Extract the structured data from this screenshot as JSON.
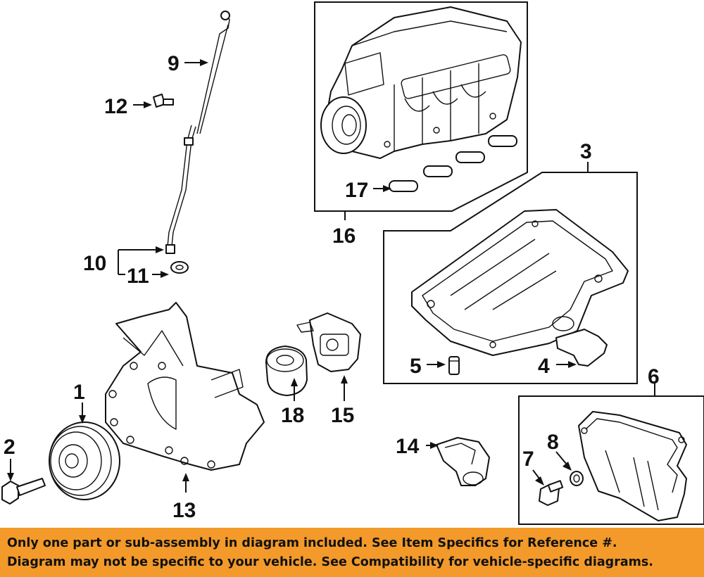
{
  "callouts": [
    "1",
    "2",
    "3",
    "4",
    "5",
    "6",
    "7",
    "8",
    "9",
    "10",
    "11",
    "12",
    "13",
    "14",
    "15",
    "16",
    "17",
    "18"
  ],
  "notice": {
    "line1": "Only one part or sub-assembly in diagram included. See Item Specifics for Reference #.",
    "line2": "Diagram may not be specific to your vehicle. See Compatibility for vehicle-specific diagrams."
  },
  "colors": {
    "banner": "#f39a2a",
    "ink": "#111111",
    "background": "#ffffff"
  }
}
